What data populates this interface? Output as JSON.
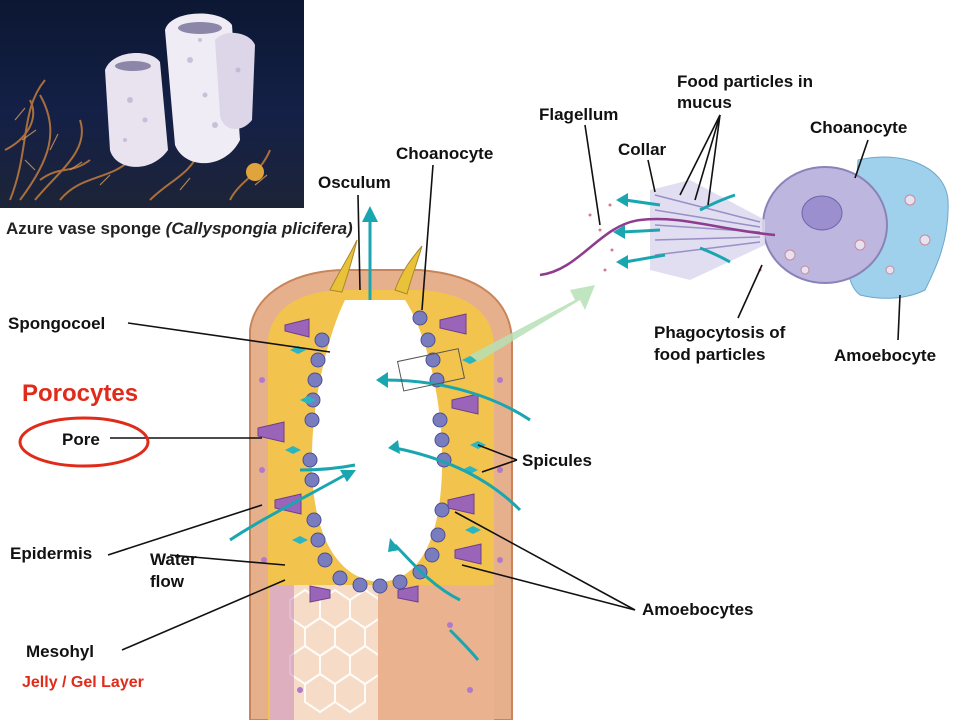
{
  "photo": {
    "caption_prefix": "Azure vase sponge ",
    "caption_italic": "(Callyspongia plicifera)"
  },
  "labels": {
    "osculum": "Osculum",
    "choanocyte_main": "Choanocyte",
    "spongocoel": "Spongocoel",
    "porocytes": "Porocytes",
    "pore": "Pore",
    "spicules": "Spicules",
    "epidermis": "Epidermis",
    "water_flow": "Water flow",
    "mesohyl": "Mesohyl",
    "jelly": "Jelly / Gel Layer",
    "amoebocytes": "Amoebocytes",
    "food_particles": "Food particles in mucus",
    "flagellum": "Flagellum",
    "collar": "Collar",
    "choanocyte_detail": "Choanocyte",
    "phagocytosis": "Phagocytosis of food particles",
    "amoebocyte": "Amoebocyte"
  },
  "colors": {
    "highlight": "#e02a1a",
    "water_arrow": "#1aa6b0",
    "sponge_outer": "#e3a57a",
    "mesohyl": "#f1c14a",
    "collar_cell": "#7a7cc0",
    "spicule": "#2bb5c0",
    "amoebocyte_cell": "#9fd0ec"
  }
}
